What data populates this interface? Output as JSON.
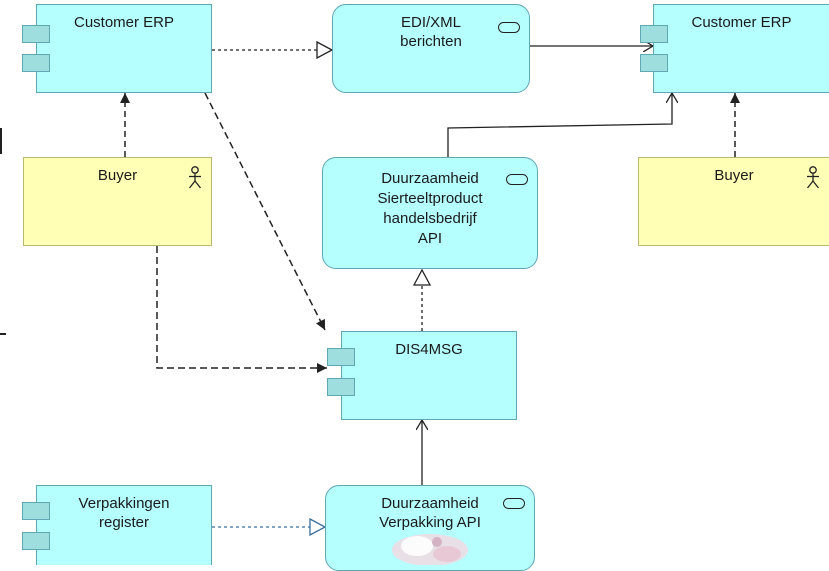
{
  "nodes": {
    "customer_erp_left": {
      "label": "Customer ERP",
      "type": "application-component"
    },
    "edi_xml": {
      "label": "EDI/XML\nberichten",
      "type": "application-service"
    },
    "customer_erp_right": {
      "label": "Customer ERP",
      "type": "application-component"
    },
    "buyer_left": {
      "label": "Buyer",
      "type": "business-actor"
    },
    "duurzaamheid_api": {
      "label": "Duurzaamheid\nSierteeltproduct\nhandelsbedrijf\nAPI",
      "type": "application-service"
    },
    "buyer_right": {
      "label": "Buyer",
      "type": "business-actor"
    },
    "dis4msg": {
      "label": "DIS4MSG",
      "type": "application-component"
    },
    "verpakkingen_register": {
      "label": "Verpakkingen\nregister",
      "type": "application-component"
    },
    "verpakking_api": {
      "label": "Duurzaamheid\nVerpakking API",
      "type": "application-service"
    }
  },
  "relations": [
    {
      "from": "customer_erp_left",
      "to": "edi_xml",
      "kind": "realization"
    },
    {
      "from": "edi_xml",
      "to": "customer_erp_right",
      "kind": "serving"
    },
    {
      "from": "buyer_left",
      "to": "customer_erp_left",
      "kind": "association"
    },
    {
      "from": "buyer_right",
      "to": "customer_erp_right",
      "kind": "association"
    },
    {
      "from": "duurzaamheid_api",
      "to": "customer_erp_right",
      "kind": "serving"
    },
    {
      "from": "customer_erp_left",
      "to": "dis4msg",
      "kind": "association"
    },
    {
      "from": "buyer_left",
      "to": "dis4msg",
      "kind": "association"
    },
    {
      "from": "dis4msg",
      "to": "duurzaamheid_api",
      "kind": "realization"
    },
    {
      "from": "verpakkingen_register",
      "to": "verpakking_api",
      "kind": "realization"
    },
    {
      "from": "verpakking_api",
      "to": "dis4msg",
      "kind": "serving"
    }
  ]
}
